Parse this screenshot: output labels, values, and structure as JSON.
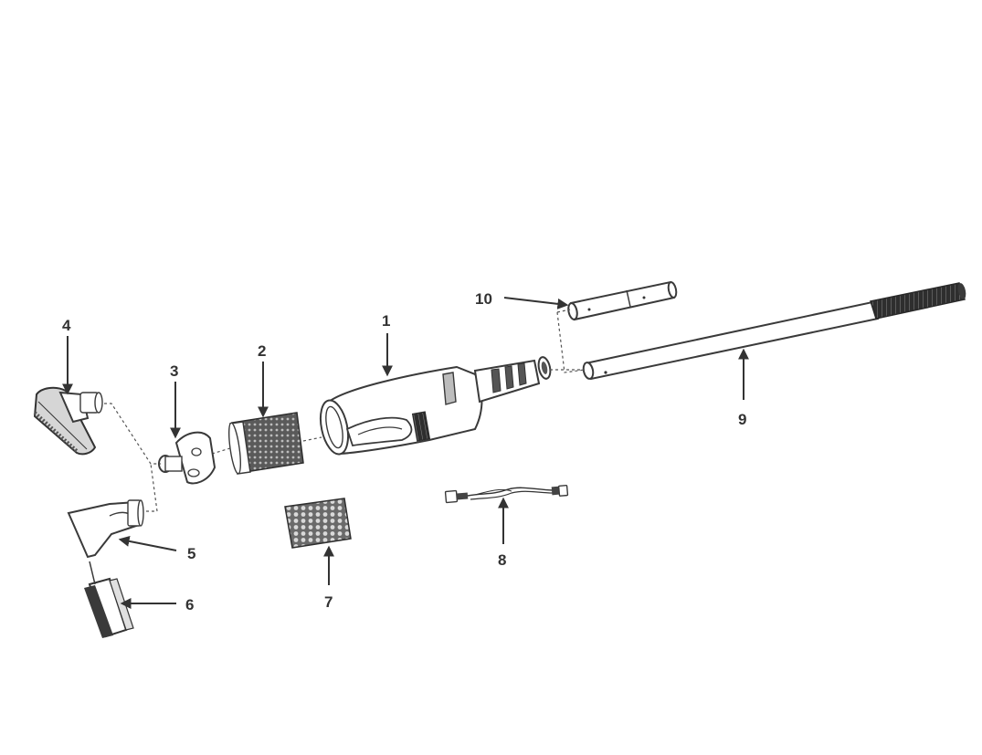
{
  "diagram": {
    "type": "exploded-parts-view",
    "colors": {
      "line": "#3a3a3a",
      "dark": "#555555",
      "fill": "#ffffff"
    },
    "callouts": [
      {
        "id": "1",
        "label": "1",
        "part": "vacuum body"
      },
      {
        "id": "2",
        "label": "2",
        "part": "cylindrical mesh filter"
      },
      {
        "id": "3",
        "label": "3",
        "part": "nozzle adapter"
      },
      {
        "id": "4",
        "label": "4",
        "part": "triangular brush head"
      },
      {
        "id": "5",
        "label": "5",
        "part": "wide nozzle"
      },
      {
        "id": "6",
        "label": "6",
        "part": "bristle brush"
      },
      {
        "id": "7",
        "label": "7",
        "part": "foam filter"
      },
      {
        "id": "8",
        "label": "8",
        "part": "USB charging cable"
      },
      {
        "id": "9",
        "label": "9",
        "part": "extension pole"
      },
      {
        "id": "10",
        "label": "10",
        "part": "pole connector"
      }
    ]
  }
}
